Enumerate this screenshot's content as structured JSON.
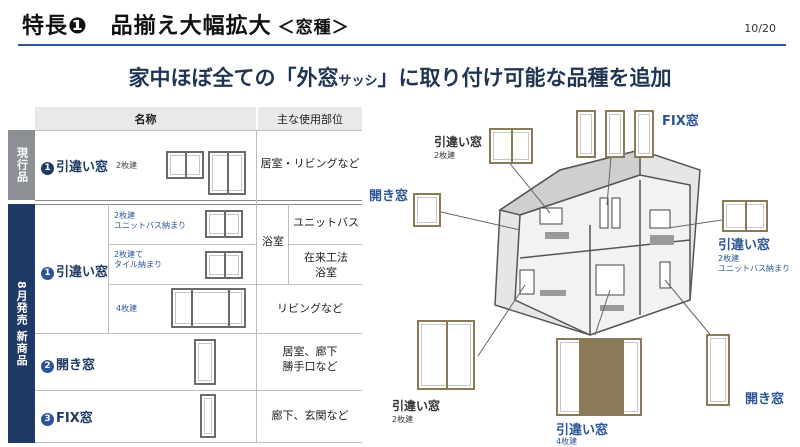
{
  "header": {
    "title": "特長❶　品揃え大幅拡大",
    "subtitle": "＜窓種＞",
    "page": "10/20"
  },
  "headline": {
    "part1": "家中ほぼ全ての「外窓",
    "small": "サッシ",
    "part2": "」に取り付け可能な品種を追加"
  },
  "table": {
    "col_name": "名称",
    "col_use": "主な使用部位",
    "group_current": "現行品",
    "group_new": "8月発売 新商品",
    "current": {
      "num": "1",
      "name": "引違い窓",
      "variant": "2枚建",
      "use": "居室・リビングなど"
    },
    "new_sliding": {
      "num": "1",
      "name": "引違い窓",
      "v1_line1": "2枚建",
      "v1_line2": "ユニットバス納まり",
      "v2_line1": "2枚建て",
      "v2_line2": "タイル納まり",
      "v3": "4枚建",
      "bath": "浴室",
      "use1": "ユニットバス",
      "use2_line1": "在来工法",
      "use2_line2": "浴室",
      "use3": "リビングなど"
    },
    "casement": {
      "num": "2",
      "name": "開き窓",
      "use_line1": "居室、廊下",
      "use_line2": "勝手口など"
    },
    "fix": {
      "num": "3",
      "name": "FIX窓",
      "use": "廊下、玄関など"
    }
  },
  "illustration": {
    "label_sliding_top": "引違い窓",
    "label_sliding_top_sub": "2枚建",
    "label_fix": "FIX窓",
    "label_open_left": "開き窓",
    "label_sliding_right": "引違い窓",
    "label_sliding_right_sub1": "2枚建",
    "label_sliding_right_sub2": "ユニットバス納まり",
    "label_sliding_bl": "引違い窓",
    "label_sliding_bl_sub": "2枚建",
    "label_sliding_bc": "引違い窓",
    "label_sliding_bc_sub": "4枚建",
    "label_open_right": "開き窓"
  },
  "colors": {
    "navy": "#1f3a64",
    "accent": "#2b5597",
    "gray": "#8c8f94"
  }
}
